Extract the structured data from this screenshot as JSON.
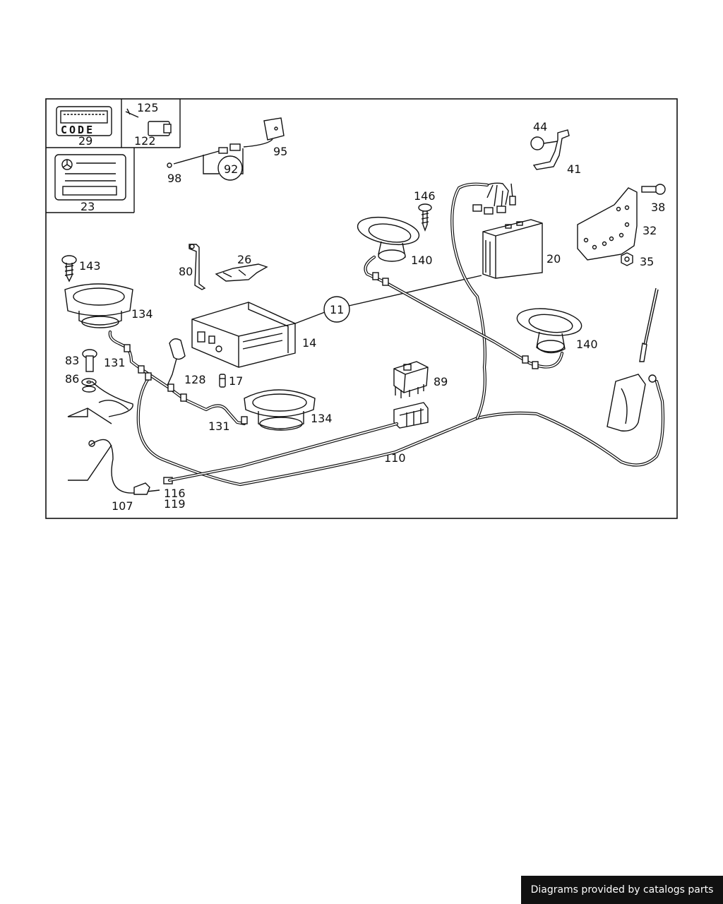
{
  "labels": {
    "l29": "29",
    "l125": "125",
    "l122": "122",
    "l23": "23",
    "l95": "95",
    "l92": "92",
    "l98": "98",
    "l44": "44",
    "l41": "41",
    "l146": "146",
    "l38": "38",
    "l32": "32",
    "l35": "35",
    "l20": "20",
    "l140a": "140",
    "l140b": "140",
    "l143": "143",
    "l134a": "134",
    "l134b": "134",
    "l80": "80",
    "l26": "26",
    "l11": "11",
    "l14": "14",
    "l83": "83",
    "l131a": "131",
    "l131b": "131",
    "l86": "86",
    "l128": "128",
    "l17": "17",
    "l89": "89",
    "l110": "110",
    "l116": "116",
    "l119": "119",
    "l107": "107"
  },
  "code_card": "CODE",
  "footer": "Diagrams provided by catalogs parts"
}
